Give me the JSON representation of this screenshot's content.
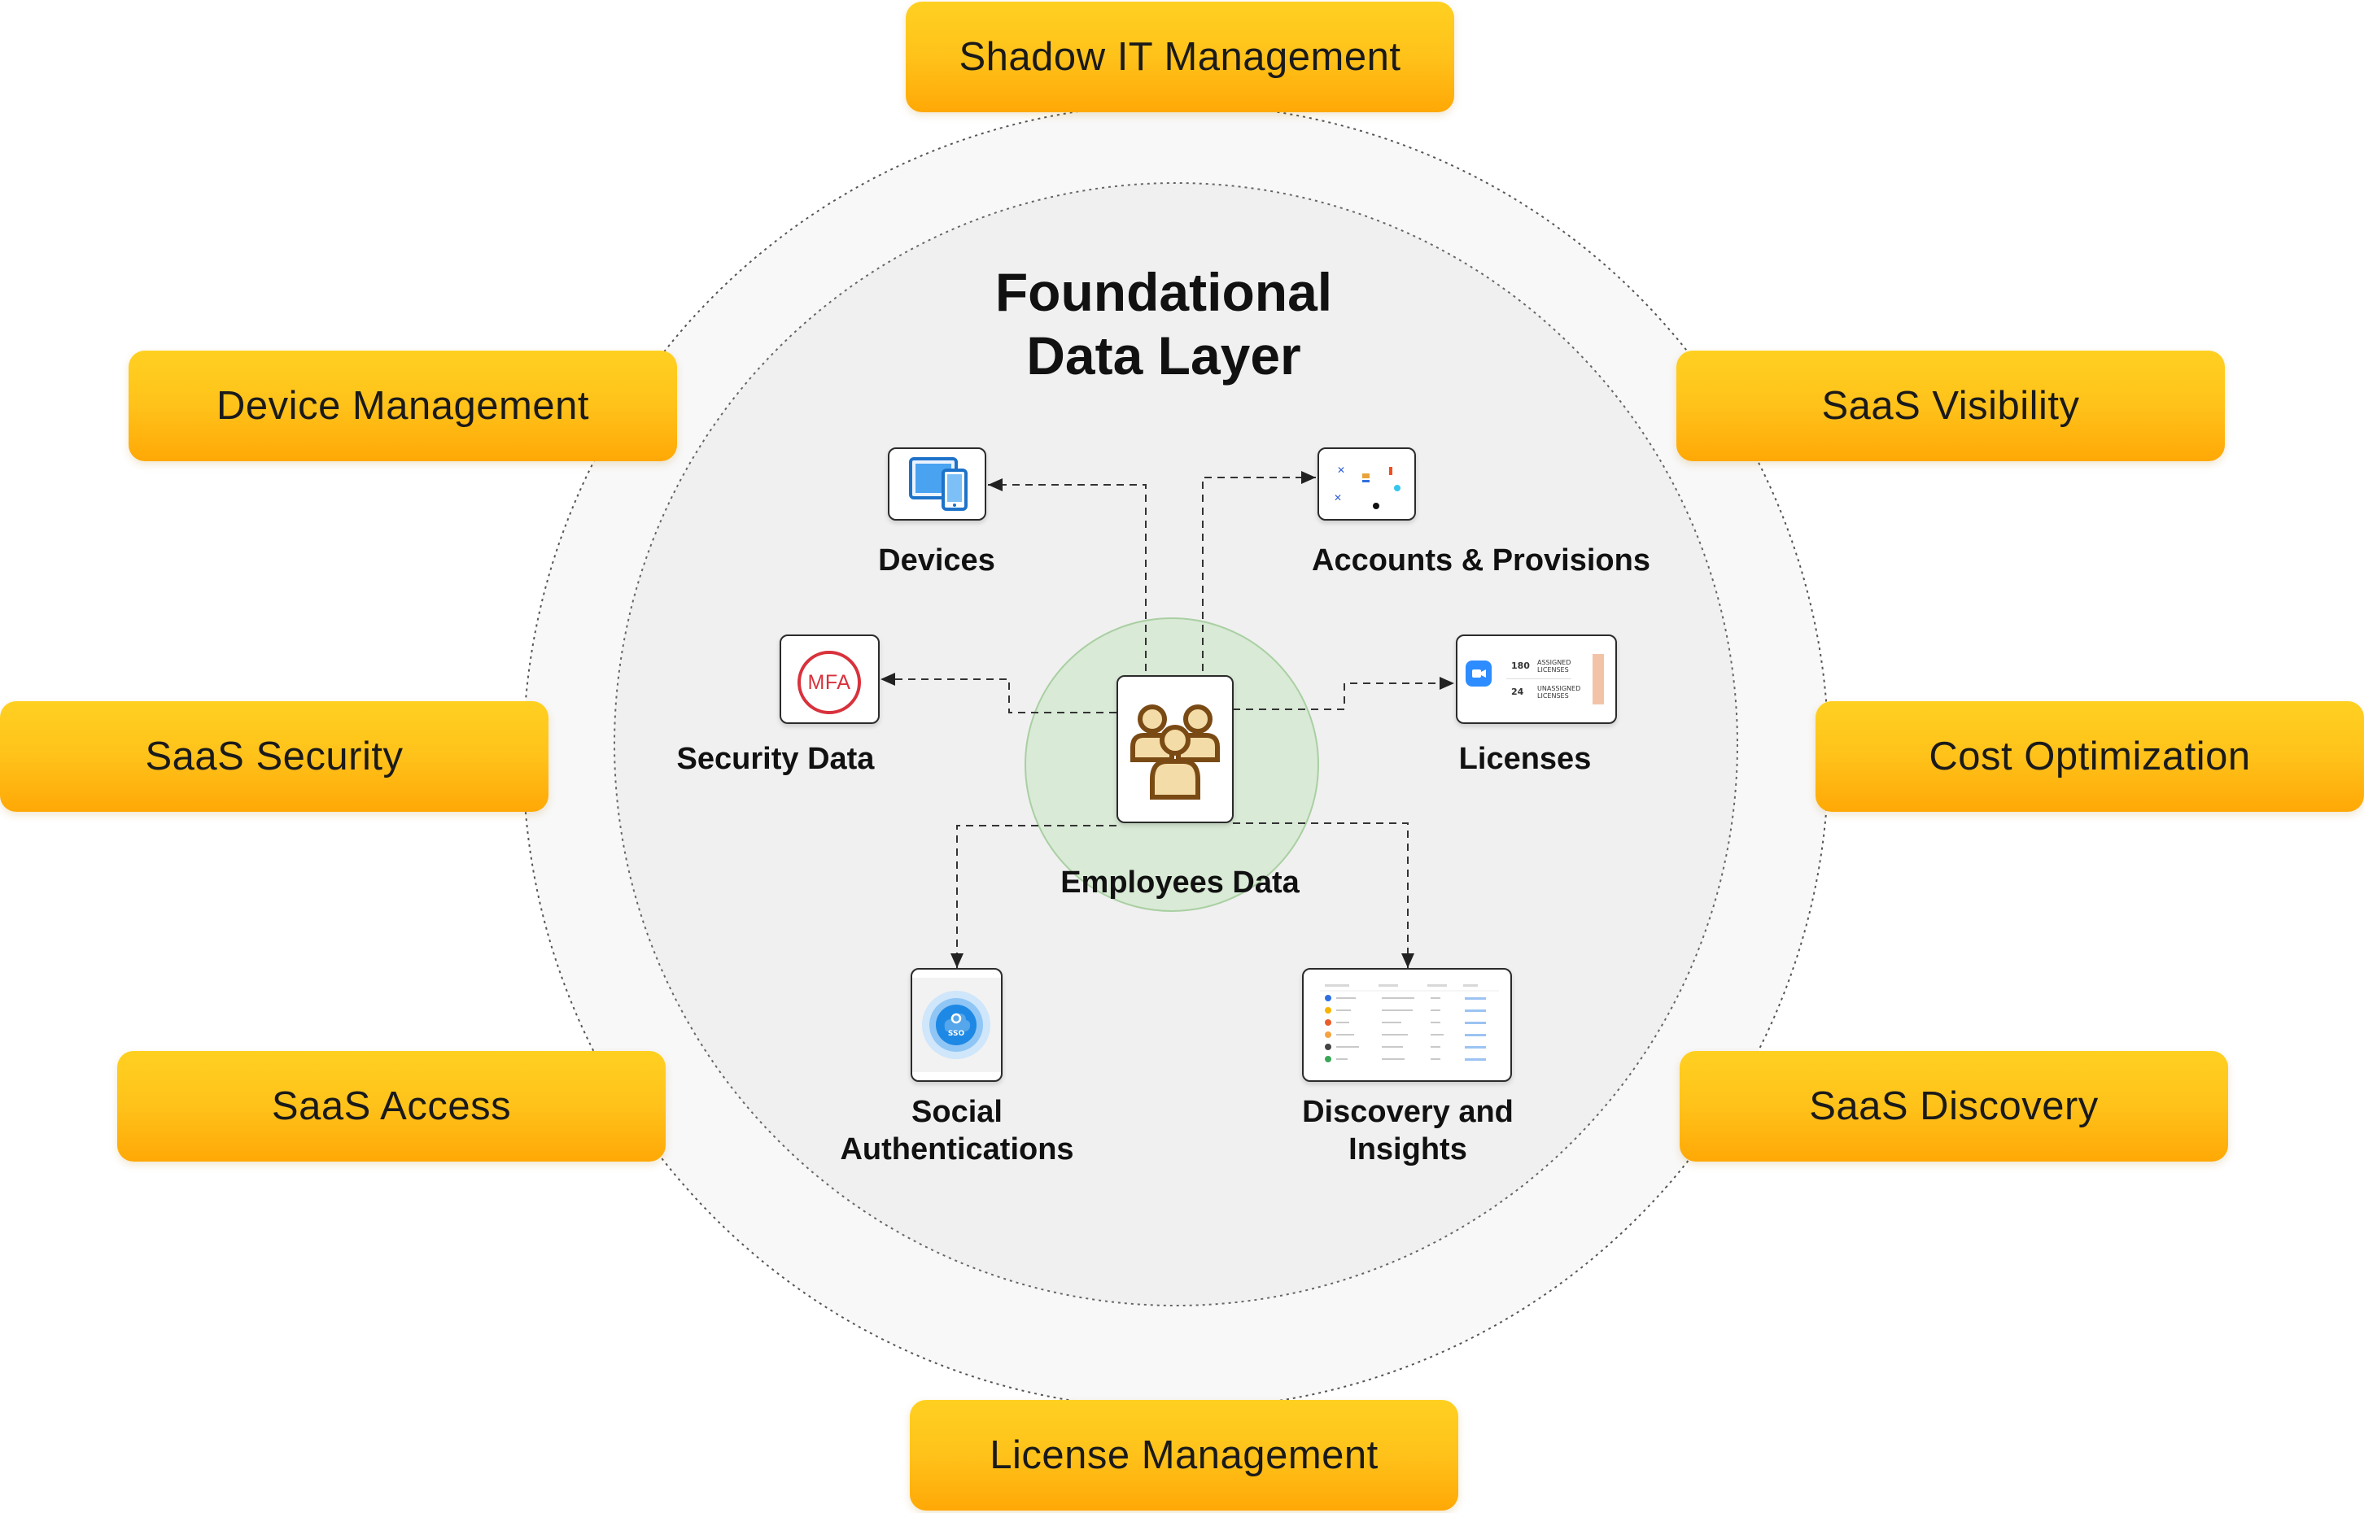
{
  "title": {
    "line1": "Foundational",
    "line2": "Data Layer"
  },
  "outer_capabilities": {
    "top": "Shadow IT Management",
    "upper_left": "Device Management",
    "upper_right": "SaaS Visibility",
    "middle_left": "SaaS Security",
    "middle_right": "Cost Optimization",
    "lower_left": "SaaS Access",
    "lower_right": "SaaS Discovery",
    "bottom": "License Management"
  },
  "center": {
    "label": "Employees Data",
    "icon": "people-group-icon"
  },
  "data_sources": {
    "devices": {
      "label": "Devices",
      "icon": "devices-icon"
    },
    "accounts": {
      "label": "Accounts & Provisions",
      "icon": "app-integrations-icon"
    },
    "security": {
      "label": "Security Data",
      "icon": "mfa-icon",
      "badge": "MFA"
    },
    "licenses": {
      "label": "Licenses",
      "icon": "license-summary-icon",
      "assigned_count": "180",
      "assigned_label": "ASSIGNED LICENSES",
      "unassigned_count": "24",
      "unassigned_label": "UNASSIGNED LICENSES"
    },
    "social_auth": {
      "label_line1": "Social",
      "label_line2": "Authentications",
      "icon": "sso-cloud-icon",
      "badge": "SSO"
    },
    "discovery": {
      "label_line1": "Discovery and",
      "label_line2": "Insights",
      "icon": "discovery-table-icon"
    }
  },
  "colors": {
    "pill_top": "#ffd021",
    "pill_bottom": "#ffa806",
    "center_glow": "#d9ead6",
    "icon_brown": "#7a4a15",
    "icon_cream": "#f4dca8",
    "mfa_red": "#d8323c",
    "sso_blue": "#1e88e5"
  }
}
